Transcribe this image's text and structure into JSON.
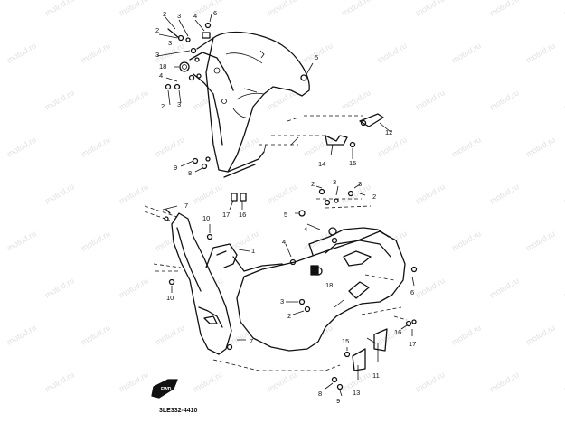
{
  "watermark": "motod.ru",
  "diagram_code": "3LE332-4410",
  "front_badge": "FWD",
  "callouts": [
    {
      "id": "c2a",
      "text": "2"
    },
    {
      "id": "c3a",
      "text": "3"
    },
    {
      "id": "c4a",
      "text": "4"
    },
    {
      "id": "c6a",
      "text": "6"
    },
    {
      "id": "c2b",
      "text": "2"
    },
    {
      "id": "c3b",
      "text": "3"
    },
    {
      "id": "c3c",
      "text": "3"
    },
    {
      "id": "c5a",
      "text": "5"
    },
    {
      "id": "c18a",
      "text": "18"
    },
    {
      "id": "c4b",
      "text": "4"
    },
    {
      "id": "c2c",
      "text": "2"
    },
    {
      "id": "c3d",
      "text": "3"
    },
    {
      "id": "c12",
      "text": "12"
    },
    {
      "id": "c14",
      "text": "14"
    },
    {
      "id": "c15a",
      "text": "15"
    },
    {
      "id": "c9a",
      "text": "9"
    },
    {
      "id": "c8a",
      "text": "8"
    },
    {
      "id": "c17a",
      "text": "17"
    },
    {
      "id": "c16a",
      "text": "16"
    },
    {
      "id": "c7a",
      "text": "7"
    },
    {
      "id": "c10a",
      "text": "10"
    },
    {
      "id": "c1",
      "text": "1"
    },
    {
      "id": "c10b",
      "text": "10"
    },
    {
      "id": "c2d",
      "text": "2"
    },
    {
      "id": "c3e",
      "text": "3"
    },
    {
      "id": "c3f",
      "text": "3"
    },
    {
      "id": "c2e",
      "text": "2"
    },
    {
      "id": "c5b",
      "text": "5"
    },
    {
      "id": "c4c",
      "text": "4"
    },
    {
      "id": "c4d",
      "text": "4"
    },
    {
      "id": "c18b",
      "text": "18"
    },
    {
      "id": "c6b",
      "text": "6"
    },
    {
      "id": "c3g",
      "text": "3"
    },
    {
      "id": "c2f",
      "text": "2"
    },
    {
      "id": "c16b",
      "text": "16"
    },
    {
      "id": "c17b",
      "text": "17"
    },
    {
      "id": "c7b",
      "text": "7"
    },
    {
      "id": "c15b",
      "text": "15"
    },
    {
      "id": "c11",
      "text": "11"
    },
    {
      "id": "c13",
      "text": "13"
    },
    {
      "id": "c8b",
      "text": "8"
    },
    {
      "id": "c9b",
      "text": "9"
    }
  ]
}
